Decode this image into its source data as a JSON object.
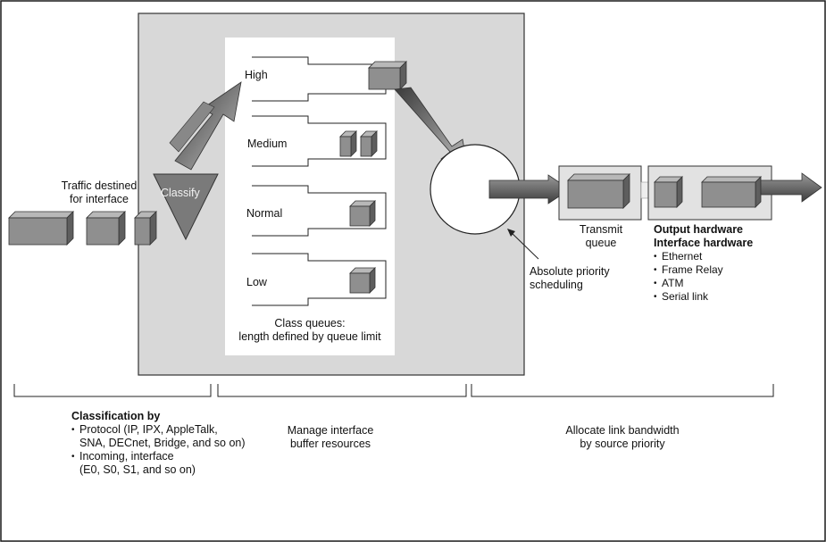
{
  "traffic": {
    "line1": "Traffic destined",
    "line2": "for interface"
  },
  "classify": "Classify",
  "queues": [
    {
      "label": "High"
    },
    {
      "label": "Medium"
    },
    {
      "label": "Normal"
    },
    {
      "label": "Low"
    }
  ],
  "class_queues": {
    "line1": "Class queues:",
    "line2": "length defined by queue limit"
  },
  "transmit": {
    "line1": "Transmit",
    "line2": "queue"
  },
  "scheduling": {
    "line1": "Absolute priority",
    "line2": "scheduling"
  },
  "output": {
    "title1": "Output hardware",
    "title2": "Interface hardware",
    "items": [
      "Ethernet",
      "Frame Relay",
      "ATM",
      "Serial link"
    ]
  },
  "bottom": {
    "classification": {
      "title": "Classification by",
      "items": [
        [
          "Protocol (IP, IPX, AppleTalk,",
          "SNA, DECnet, Bridge, and so on)"
        ],
        [
          "Incoming, interface",
          "(E0, S0, S1, and so on)"
        ]
      ]
    },
    "manage": {
      "line1": "Manage interface",
      "line2": "buffer resources"
    },
    "allocate": {
      "line1": "Allocate link bandwidth",
      "line2": "by source priority"
    }
  },
  "colors": {
    "panel": "#d8d8d8",
    "box": "#8f8f8f",
    "arrow": "#666666",
    "frame": "#1a1a1a"
  }
}
